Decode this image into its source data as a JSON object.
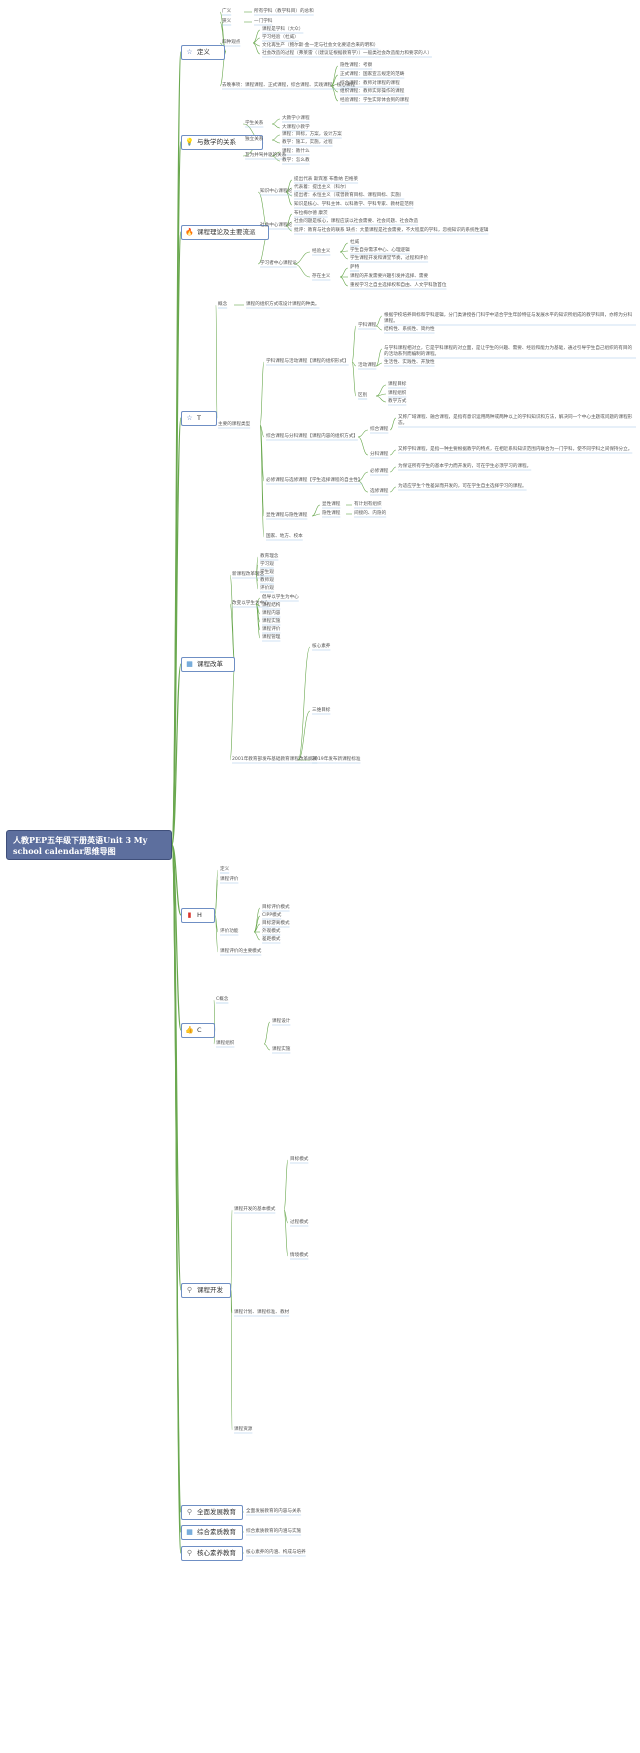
{
  "root": "人教PEP五年级下册英语Unit 3 My school calendar思维导图",
  "branches": [
    {
      "id": "def",
      "icon": "star-icon",
      "icon_glyph": "☆",
      "icon_color": "#4c6fb5",
      "label": "定义"
    },
    {
      "id": "subjects",
      "icon": "bulb-icon",
      "icon_glyph": "💡",
      "icon_color": "#e6b800",
      "label": "与数学的关系"
    },
    {
      "id": "theory",
      "icon": "flame-icon",
      "icon_glyph": "🔥",
      "icon_color": "#e05a2b",
      "label": "课程理论及主要流派"
    },
    {
      "id": "t",
      "icon": "star-icon",
      "icon_glyph": "☆",
      "icon_color": "#4c6fb5",
      "label": "T"
    },
    {
      "id": "reform",
      "icon": "chart-icon",
      "icon_glyph": "▦",
      "icon_color": "#2f7fc7",
      "label": "课程改革"
    },
    {
      "id": "h",
      "icon": "flag-icon",
      "icon_glyph": "▮",
      "icon_color": "#d9342b",
      "label": "H"
    },
    {
      "id": "c",
      "icon": "thumb-icon",
      "icon_glyph": "👍",
      "icon_color": "#4c6fb5",
      "label": "C"
    },
    {
      "id": "dev",
      "icon": "person-icon",
      "icon_glyph": "⚲",
      "icon_color": "#7a7a7a",
      "label": "课程开发"
    },
    {
      "id": "quality",
      "icon": "person-icon",
      "icon_glyph": "⚲",
      "icon_color": "#7a7a7a",
      "label": "全面发展教育"
    },
    {
      "id": "integrated",
      "icon": "chart-icon",
      "icon_glyph": "▦",
      "icon_color": "#2f7fc7",
      "label": "综合素质教育"
    },
    {
      "id": "core",
      "icon": "person-icon",
      "icon_glyph": "⚲",
      "icon_color": "#7a7a7a",
      "label": "核心素养教育"
    }
  ],
  "nodes": {
    "n1": "广义",
    "n2": "所有学科（教学科目）的总和",
    "n3": "狭义",
    "n4": "一门学科",
    "n5": "四种观点",
    "n6": "课程是学科（大众）",
    "n7": "学习经验（杜威）",
    "n8": "文化再生产（鲍尔斯·金一定与社会文化要适合来的明和）",
    "n9": "社会改造的过程（弗莱雷（（建议证根据教育学））一般类社会改造能力和要求的人）",
    "n10": "去晚事项：课程课程、正式课程，综合课程、实践课程，核心课程",
    "n11": "隐性课程：考察",
    "n12": "正式课程：国家宣言规定的范畴",
    "n13": "综合课程：教师对课程的课程",
    "n14": "组织课程：教师实际操作的课程",
    "n15": "经验课程：学生实际体会到的课程",
    "n16": "学生关系",
    "n17": "大教学小课程",
    "n18": "大课程小教学",
    "n19": "独立关系",
    "n20": "课程：目标，方案，设计方案",
    "n21": "教学：施工，实施，过程",
    "n22": "互为并驾并驱的关系",
    "n23": "课程：教什么",
    "n24": "教学：怎么教",
    "n25": "知识中心课程论",
    "n26": "提出代表 斯宾塞 布鲁纳 巴格莱",
    "n27": "代表着：提出主义（科尔）",
    "n28": "提出者：永恒主义（或曾教育目标、课程目标、实施）",
    "n29": "知识是核心、学科主体、以科教学、学科专家、教材是范例",
    "n30": "社会中心课程论",
    "n31": "布拉梅尔德 康茨",
    "n32": "社会问题是核心，课程应该以社会需要、社会问题、社会改造",
    "n33": "批评：教育与社会的联系 缺点：大量课程是社会需要，不大程度的学科，忽视知识的系统性逻辑",
    "n34": "学习者中心课程论",
    "n35": "经验主义",
    "n36": "杜威",
    "n37": "学生自身需求中心、心理逻辑",
    "n38": "学生课程开发和课堂节奏，过程和评价",
    "n39": "存在主义",
    "n40": "萨特",
    "n41": "课程的开发需要兴趣引发并选择、需要",
    "n42": "重视学习之自主选择权和自由、人文学科放首位",
    "n43": "概念",
    "n44": "课程的组织方式或设计课程的种类。",
    "n45": "主要的课程类型",
    "n46": "学科课程与活动课程【课程的组织形式】",
    "n47": "学科课程",
    "n48": "根据学校培养目标和学科逻辑，分门类讲授各门科学中适合学生年龄特征与发展水平的知识所组成的教学科目，亦称为分科课程。",
    "n49": "结构性、系统性、简约性",
    "n50": "活动课程",
    "n51": "与学科课程相对立，它是学科课程的对立面，是让学生的兴趣、需要、经验和能力为基础，通过引导学生自己组织的有目的的活动系列而编制的课程。",
    "n52": "生活性、实践性、开放性",
    "n53": "区别",
    "n54": "课程目标",
    "n55": "课程组织",
    "n56": "教学方式",
    "n57": "综合课程与分科课程【课程内容的组织方式】",
    "n58": "综合课程",
    "n59": "又称广域课程、融合课程，是指有意识运用两种或两种以上的学科知识和方法，解决同一个中心主题或问题的课程形态。",
    "n60": "分科课程",
    "n61": "又称学科课程，是指一种主要根据教学的特点，在相近系科知识范围内联合为一门学科，使不同学科之间保持分立。",
    "n62": "必修课程与选修课程【学生选择课程的自主性】",
    "n63": "必修课程",
    "n64": "为保证所有学生的基本学力而开发的，可在学生必须学习的课程。",
    "n65": "选修课程",
    "n66": "为适应学生个性差异而开发的，可在学生自主选择学习的课程。",
    "n67": "显性课程与隐性课程",
    "n68": "显性课程",
    "n69": "有计划有组织",
    "n70": "隐性课程",
    "n71": "间接的、内隐的",
    "n72": "国家、地方、校本",
    "n73": "新课程改革理念",
    "n74": "教育理念",
    "n75": "学习观",
    "n76": "学生观",
    "n77": "教师观",
    "n78": "评价观",
    "n79": "课堂观",
    "n80": "课程观",
    "n81": "改变以学生为中心",
    "n82": "倡导以学生为中心",
    "n83": "课程结构",
    "n84": "课程内容",
    "n85": "课程实施",
    "n86": "课程评价",
    "n87": "课程管理",
    "n88": "2001年教育部发布基础教育课程改革纲要",
    "n89": "核心素养",
    "n90": "三维目标",
    "n91": "2019年发布新课程标准",
    "n92": "定义",
    "n93": "课程评价",
    "n94": "评价功能",
    "n95": "课程评价的主要模式",
    "n96": "目标评价模式",
    "n97": "CIPP模式",
    "n98": "目标游离模式",
    "n99": "外观模式",
    "n100": "差距模式",
    "n101": "C概念",
    "n102": "课程组织",
    "n103": "课程设计",
    "n104": "课程实施",
    "n105": "课程开发的基本模式",
    "n106": "目标模式",
    "n107": "过程模式",
    "n108": "情境模式",
    "n109": "课程计划、课程标准、教材",
    "n110": "课程资源",
    "n111": "全面发展教育的内容与关系",
    "n112": "综合素质教育的内涵与实施",
    "n113": "核心素养的内涵、构成与培养"
  }
}
